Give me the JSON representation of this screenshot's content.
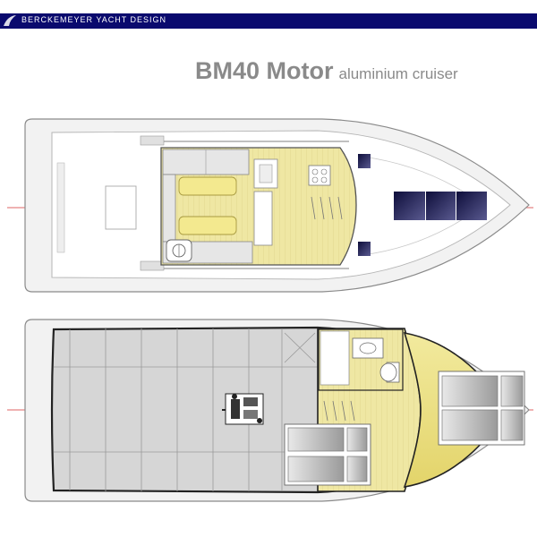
{
  "header": {
    "company": "BERCKEMEYER YACHT DESIGN",
    "bar_color": "#0a0a6e"
  },
  "title": {
    "main": "BM40 Motor",
    "subtitle": "aluminium cruiser"
  },
  "colors": {
    "wood": "#efe7a3",
    "wood_line": "#c9bd6a",
    "hull": "#f2f2f2",
    "deck_grey": "#d4d4d4",
    "window": "#1a1a4a",
    "centerline": "#d43030"
  },
  "drawings": {
    "deck_plan": "deck-plan",
    "interior_plan": "interior-plan",
    "engine_icon": "engine-icon",
    "toilet_icon": "toilet-icon",
    "sink_icon": "sink-icon",
    "helm_seat_icon": "helm-seat-icon",
    "stove_icon": "stove-icon"
  }
}
